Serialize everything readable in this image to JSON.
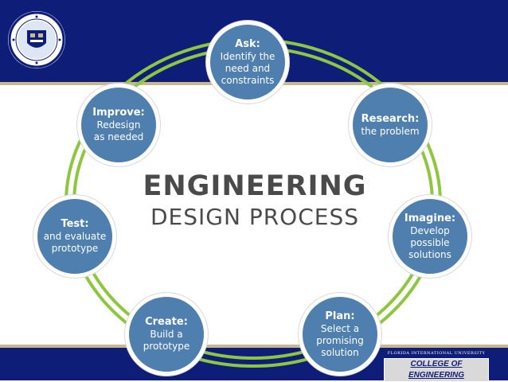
{
  "title": {
    "line1": "ENGINEERING",
    "line2": "DESIGN PROCESS"
  },
  "steps": [
    {
      "title": "Ask:",
      "desc": [
        "Identify the",
        "need and",
        "constraints"
      ]
    },
    {
      "title": "Research:",
      "desc": [
        "the problem"
      ]
    },
    {
      "title": "Imagine:",
      "desc": [
        "Develop",
        "possible",
        "solutions"
      ]
    },
    {
      "title": "Plan:",
      "desc": [
        "Select a",
        "promising",
        "solution"
      ]
    },
    {
      "title": "Create:",
      "desc": [
        "Build a",
        "prototype"
      ]
    },
    {
      "title": "Test:",
      "desc": [
        "and evaluate",
        "prototype"
      ]
    },
    {
      "title": "Improve:",
      "desc": [
        "Redesign",
        "as needed"
      ]
    }
  ],
  "footer": {
    "university": "FLORIDA INTERNATIONAL UNIVERSITY",
    "college": "COLLEGE OF ENGINEERING"
  },
  "colors": {
    "navy": "#0e1d78",
    "node_blue": "#4f7fae",
    "ring_green": "#8dc63f",
    "title_gray": "#4a4a4a"
  },
  "icons": {
    "seal": "university-seal-icon"
  }
}
